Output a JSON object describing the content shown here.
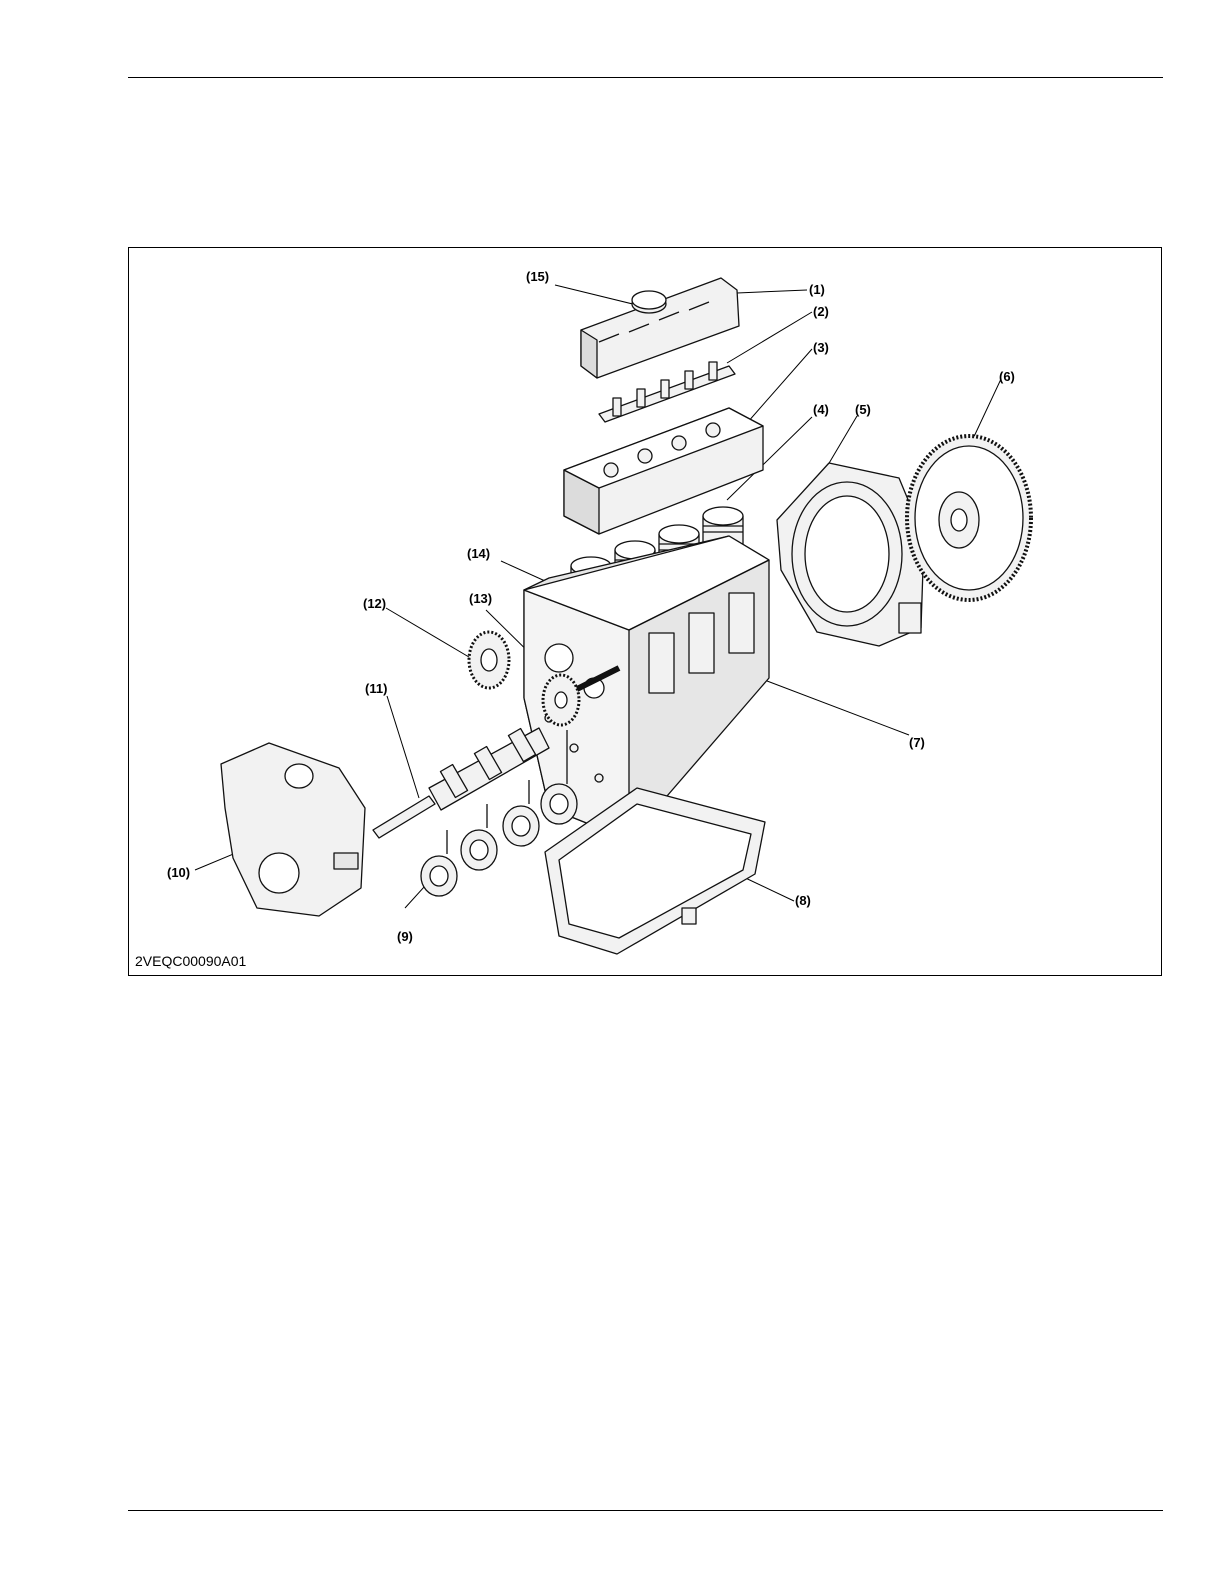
{
  "figure": {
    "code": "2VEQC00090A01",
    "callouts": {
      "c1": "(1)",
      "c2": "(2)",
      "c3": "(3)",
      "c4": "(4)",
      "c5": "(5)",
      "c6": "(6)",
      "c7": "(7)",
      "c8": "(8)",
      "c9": "(9)",
      "c10": "(10)",
      "c11": "(11)",
      "c12": "(12)",
      "c13": "(13)",
      "c14": "(14)",
      "c15": "(15)"
    }
  }
}
